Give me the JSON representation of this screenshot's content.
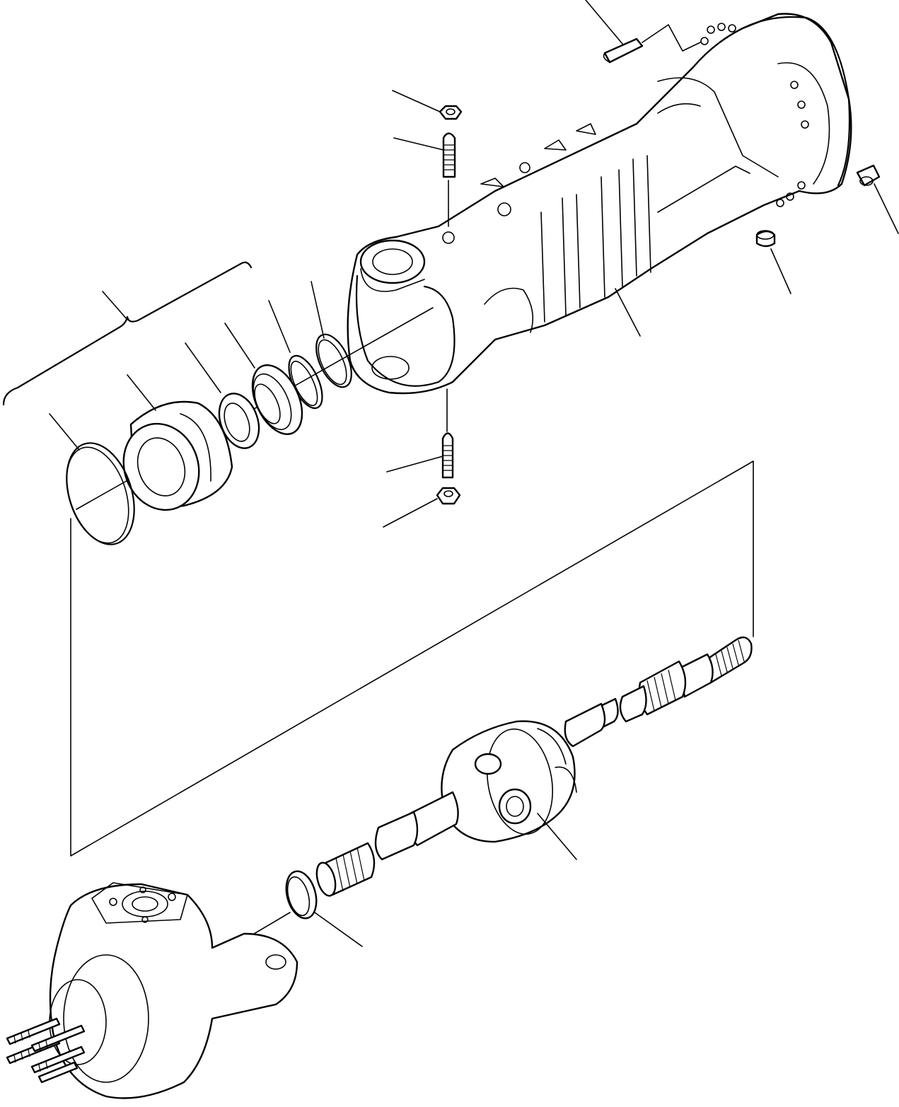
{
  "diagram": {
    "kind": "exploded-parts-view",
    "colors": {
      "line": "#000000",
      "background": "#ffffff"
    },
    "parts": [
      "axle-housing",
      "housing-flange-bolt",
      "drain-plug",
      "breather-plug",
      "king-pin-stud-upper",
      "king-pin-nut-upper",
      "king-pin-stud-lower",
      "king-pin-nut-lower",
      "o-ring",
      "bearing-cage",
      "oil-seal",
      "ball-bearing",
      "snap-ring-inner",
      "snap-ring-outer",
      "joint-shaft",
      "thrust-ring",
      "steering-knuckle"
    ]
  }
}
